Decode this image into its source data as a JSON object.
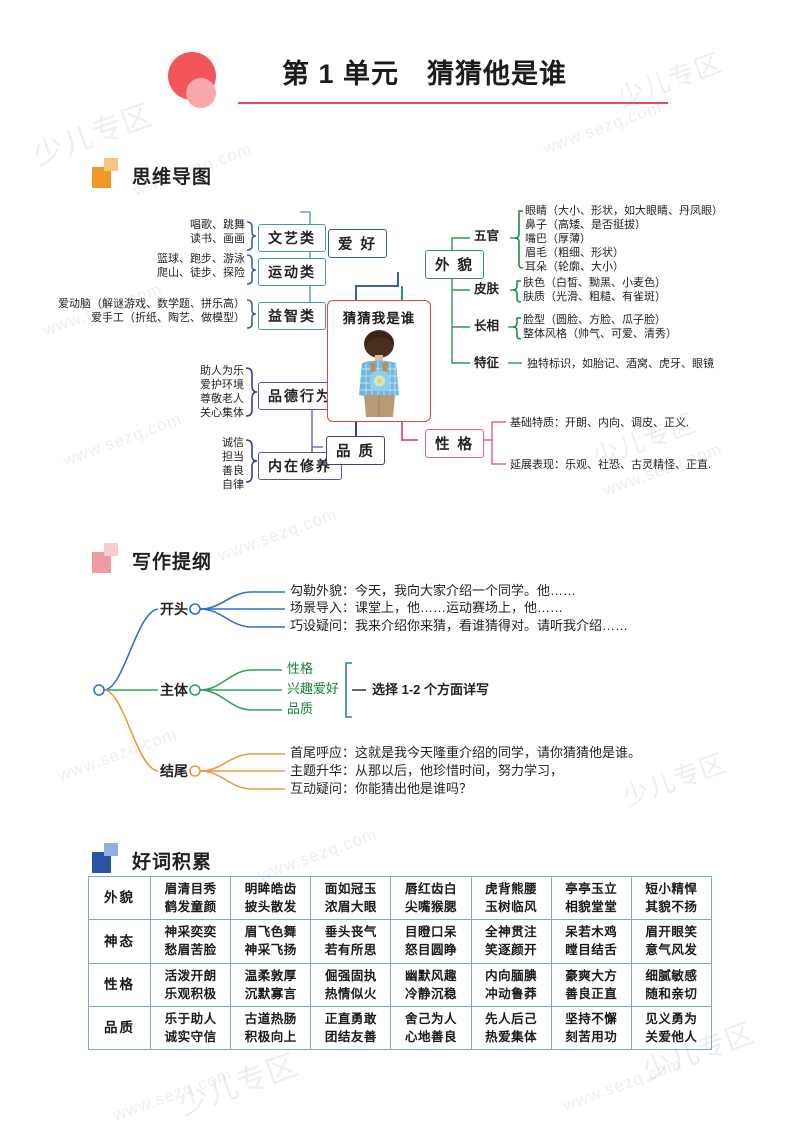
{
  "header": {
    "title": "第 1 单元　猜猜他是谁",
    "accent": "#ef4b57"
  },
  "sections": {
    "mindmap": {
      "label": "思维导图",
      "color": "#f0982a"
    },
    "outline": {
      "label": "写作提纲",
      "color": "#f09aa4"
    },
    "words": {
      "label": "好词积累",
      "color": "#2a55a6"
    }
  },
  "mindmap": {
    "center": "猜猜我是谁",
    "left": {
      "hobby": {
        "label": "爱 好",
        "groups": [
          {
            "label": "文艺类",
            "items": [
              "唱歌、跳舞",
              "读书、画画"
            ]
          },
          {
            "label": "运动类",
            "items": [
              "篮球、跑步、游泳",
              "爬山、徒步、探险"
            ]
          },
          {
            "label": "益智类",
            "items": [
              "爱动脑（解谜游戏、数学题、拼乐高）",
              "爱手工（折纸、陶艺、做模型）"
            ]
          }
        ]
      },
      "quality": {
        "label": "品 质",
        "groups": [
          {
            "label": "品德行为",
            "items": [
              "助人为乐",
              "爱护环境",
              "尊敬老人",
              "关心集体"
            ]
          },
          {
            "label": "内在修养",
            "items": [
              "诚信",
              "担当",
              "善良",
              "自律"
            ]
          }
        ]
      }
    },
    "right": {
      "appearance": {
        "label": "外 貌",
        "groups": [
          {
            "label": "五官",
            "items": [
              "眼睛（大小、形状，如大眼睛、丹凤眼）",
              "鼻子（高矮、是否挺拔）",
              "嘴巴（厚薄）",
              "眉毛（粗细、形状）",
              "耳朵（轮廓、大小）"
            ]
          },
          {
            "label": "皮肤",
            "items": [
              "肤色（白皙、黝黑、小麦色）",
              "肤质（光滑、粗糙、有雀斑）"
            ]
          },
          {
            "label": "长相",
            "items": [
              "脸型（圆脸、方脸、瓜子脸）",
              "整体风格（帅气、可爱、清秀）"
            ]
          },
          {
            "label": "特征",
            "items": [
              "独特标识，如胎记、酒窝、虎牙、眼镜"
            ]
          }
        ]
      },
      "personality": {
        "label": "性 格",
        "items": [
          "基础特质：开朗、内向、调皮、正义.",
          "延展表现：乐观、社恐、古灵精怪、正直."
        ]
      }
    }
  },
  "outline": {
    "branches": [
      {
        "label": "开头",
        "color": "#2f6fd0",
        "items": [
          "勾勒外貌：今天，我向大家介绍一个同学。他……",
          "场景导入：课堂上，他……运动赛场上，他……",
          "巧设疑问：我来介绍你来猜，看谁猜得对。请听我介绍……"
        ]
      },
      {
        "label": "主体",
        "color": "#2fa35e",
        "items": [
          "性格",
          "兴趣爱好",
          "品质"
        ],
        "note": "选择 1-2 个方面详写"
      },
      {
        "label": "结尾",
        "color": "#eb9b3b",
        "items": [
          "首尾呼应：这就是我今天隆重介绍的同学，请你猜猜他是谁。",
          "主题升华：从那以后，他珍惜时间，努力学习，",
          "互动疑问：你能猜出他是谁吗？"
        ]
      }
    ]
  },
  "words_table": {
    "rows": [
      {
        "category": "外貌",
        "line1": [
          "眉清目秀",
          "明眸皓齿",
          "面如冠玉",
          "唇红齿白",
          "虎背熊腰",
          "亭亭玉立",
          "短小精悍"
        ],
        "line2": [
          "鹤发童颜",
          "披头散发",
          "浓眉大眼",
          "尖嘴猴腮",
          "玉树临风",
          "相貌堂堂",
          "其貌不扬"
        ]
      },
      {
        "category": "神态",
        "line1": [
          "神采奕奕",
          "眉飞色舞",
          "垂头丧气",
          "目瞪口呆",
          "全神贯注",
          "呆若木鸡",
          "眉开眼笑"
        ],
        "line2": [
          "愁眉苦脸",
          "神采飞扬",
          "若有所思",
          "怒目圆睁",
          "笑逐颜开",
          "瞠目结舌",
          "意气风发"
        ]
      },
      {
        "category": "性格",
        "line1": [
          "活泼开朗",
          "温柔敦厚",
          "倔强固执",
          "幽默风趣",
          "内向腼腆",
          "豪爽大方",
          "细腻敏感"
        ],
        "line2": [
          "乐观积极",
          "沉默寡言",
          "热情似火",
          "冷静沉稳",
          "冲动鲁莽",
          "善良正直",
          "随和亲切"
        ]
      },
      {
        "category": "品质",
        "line1": [
          "乐于助人",
          "古道热肠",
          "正直勇敢",
          "舍己为人",
          "先人后己",
          "坚持不懈",
          "见义勇为"
        ],
        "line2": [
          "诚实守信",
          "积极向上",
          "团结友善",
          "心地善良",
          "热爱集体",
          "刻苦用功",
          "关爱他人"
        ]
      }
    ]
  },
  "watermark": {
    "text_a": "www.sezq.com",
    "text_b": "少儿专区"
  }
}
